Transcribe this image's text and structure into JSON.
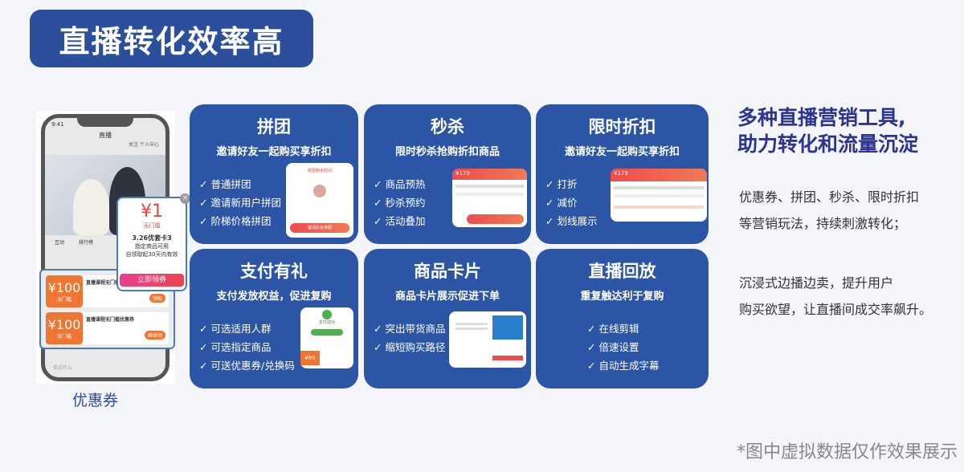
{
  "title": "直播转化效率高",
  "phone": {
    "time": "9:41",
    "header": "直播",
    "follow": "关注",
    "personal": "个人中心",
    "tabs": [
      "互动",
      "排行榜"
    ],
    "popup": {
      "amount": "¥1",
      "threshold": "无门槛",
      "name": "3.26优套卡3",
      "scope": "指定商品可用",
      "validity": "自领取起30天内有效",
      "button": "立即领券"
    },
    "coupons": [
      {
        "amount": "¥100",
        "threshold": "无门槛",
        "title": "直播课程无门槛",
        "button": "领取"
      },
      {
        "amount": "¥100",
        "threshold": "无门槛",
        "title": "直播课程无门槛优惠券",
        "button": "继续领"
      }
    ],
    "input_placeholder": "说点什么",
    "label": "优惠券"
  },
  "cards": [
    {
      "title": "拼团",
      "subtitle": "邀请好友一起购买享折扣",
      "items": [
        "普通拼团",
        "邀请新用户拼团",
        "阶梯价格拼团"
      ],
      "mock_header": "拼团剩余时间",
      "mock_button": "邀请好友参团"
    },
    {
      "title": "秒杀",
      "subtitle": "限时秒杀抢购折扣商品",
      "items": [
        "商品预热",
        "秒杀预约",
        "活动叠加"
      ],
      "mock_price": "¥179"
    },
    {
      "title": "限时折扣",
      "subtitle": "邀请好友一起购买享折扣",
      "items": [
        "打折",
        "减价",
        "划线展示"
      ],
      "mock_price": "¥179"
    },
    {
      "title": "支付有礼",
      "subtitle": "支付发放权益，促进复购",
      "items": [
        "可选适用人群",
        "可选指定商品",
        "可送优惠券/兑换码"
      ],
      "mock_status": "支付成功",
      "mock_price": "¥99"
    },
    {
      "title": "商品卡片",
      "subtitle": "商品卡片展示促进下单",
      "items": [
        "突出带货商品",
        "缩短购买路径"
      ]
    },
    {
      "title": "直播回放",
      "subtitle": "重复触达利于复购",
      "items": [
        "在线剪辑",
        "倍速设置",
        "自动生成字幕"
      ]
    }
  ],
  "right": {
    "heading": [
      "多种直播营销工具,",
      "助力转化和流量沉淀"
    ],
    "para1": [
      "优惠券、拼团、秒杀、限时折扣",
      "等营销玩法，持续刺激转化；"
    ],
    "para2": [
      "沉浸式边播边卖，提升用户",
      "购买欲望，让直播间成交率飙升。"
    ]
  },
  "footnote": "*图中虚拟数据仅作效果展示",
  "colors": {
    "brand": "#2c55a6",
    "heading": "#2b3590",
    "accent": "#f07532"
  }
}
